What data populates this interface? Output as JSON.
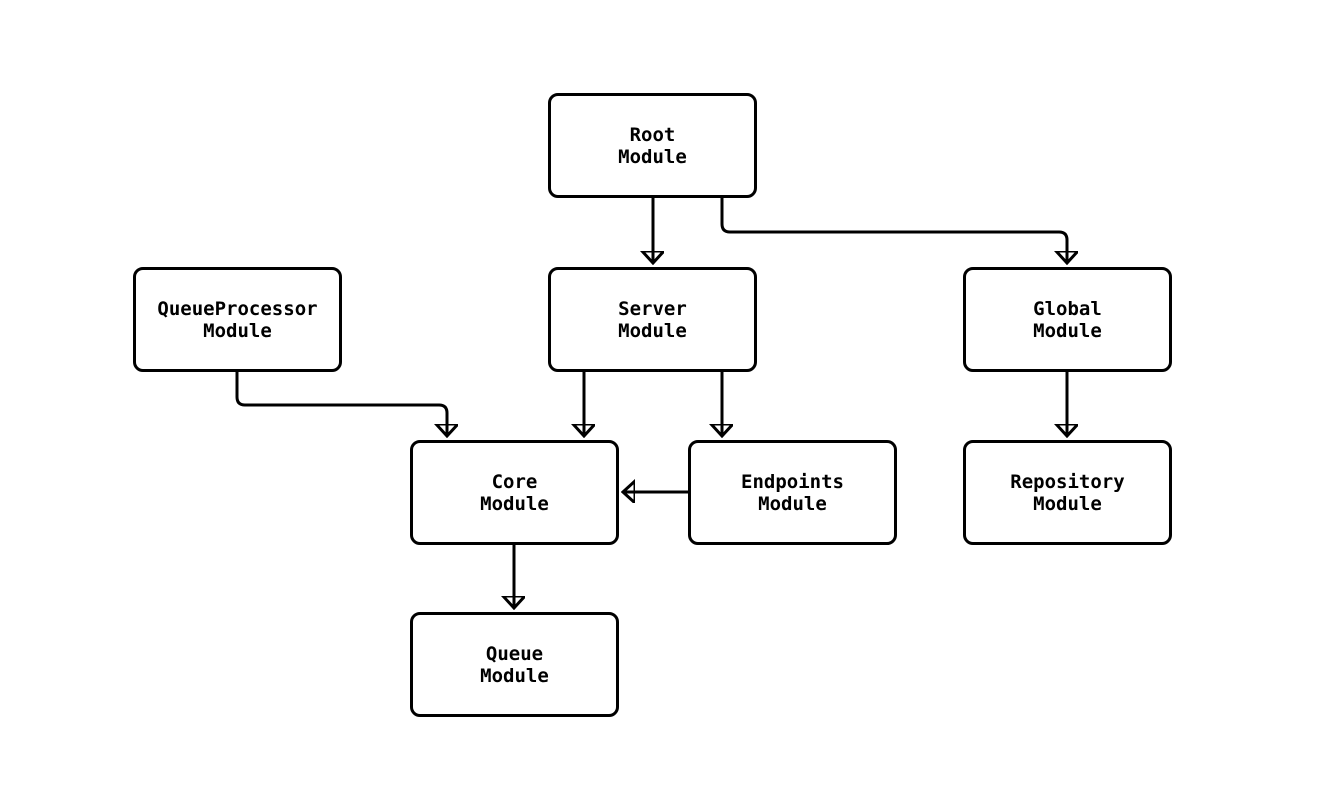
{
  "diagram": {
    "kind": "module-dependency-graph",
    "background_color": "#ffffff",
    "node_fill_color": "#ffffff",
    "node_border_color": "#000000",
    "edge_color": "#000000",
    "text_color": "#000000",
    "nodes": [
      {
        "id": "root",
        "label": "Root\nModule"
      },
      {
        "id": "server",
        "label": "Server\nModule"
      },
      {
        "id": "queueprocessor",
        "label": "QueueProcessor\nModule"
      },
      {
        "id": "global",
        "label": "Global\nModule"
      },
      {
        "id": "core",
        "label": "Core\nModule"
      },
      {
        "id": "endpoints",
        "label": "Endpoints\nModule"
      },
      {
        "id": "repository",
        "label": "Repository\nModule"
      },
      {
        "id": "queue",
        "label": "Queue\nModule"
      }
    ],
    "edges": [
      {
        "from": "root",
        "to": "server"
      },
      {
        "from": "root",
        "to": "global"
      },
      {
        "from": "queueprocessor",
        "to": "core"
      },
      {
        "from": "server",
        "to": "core"
      },
      {
        "from": "server",
        "to": "endpoints"
      },
      {
        "from": "endpoints",
        "to": "core"
      },
      {
        "from": "global",
        "to": "repository"
      },
      {
        "from": "core",
        "to": "queue"
      }
    ]
  }
}
